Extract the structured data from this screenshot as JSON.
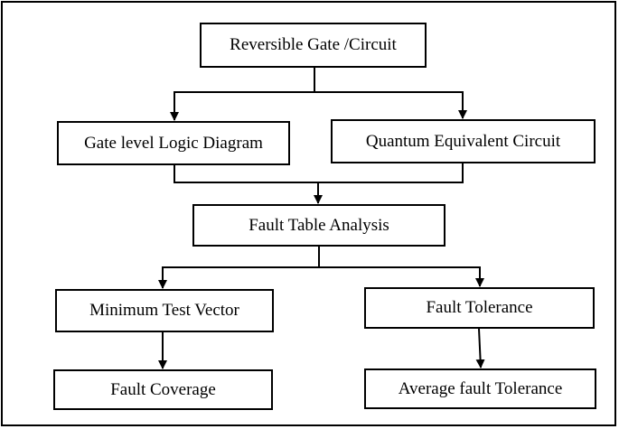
{
  "diagram": {
    "nodes": {
      "top": "Reversible Gate /Circuit",
      "gate_level": "Gate level Logic Diagram",
      "quantum": "Quantum Equivalent Circuit",
      "fault_table": "Fault Table Analysis",
      "min_test_vector": "Minimum Test Vector",
      "fault_tolerance": "Fault Tolerance",
      "fault_coverage": "Fault Coverage",
      "avg_fault_tolerance": "Average fault Tolerance"
    },
    "edges": [
      {
        "from": "Reversible Gate /Circuit",
        "to": "Gate level Logic Diagram"
      },
      {
        "from": "Reversible Gate /Circuit",
        "to": "Quantum Equivalent Circuit"
      },
      {
        "from": "Gate level Logic Diagram",
        "to": "Fault Table Analysis"
      },
      {
        "from": "Quantum Equivalent Circuit",
        "to": "Fault Table Analysis"
      },
      {
        "from": "Fault Table Analysis",
        "to": "Minimum Test Vector"
      },
      {
        "from": "Fault Table Analysis",
        "to": "Fault Tolerance"
      },
      {
        "from": "Minimum Test Vector",
        "to": "Fault Coverage"
      },
      {
        "from": "Fault Tolerance",
        "to": "Average fault Tolerance"
      }
    ]
  }
}
